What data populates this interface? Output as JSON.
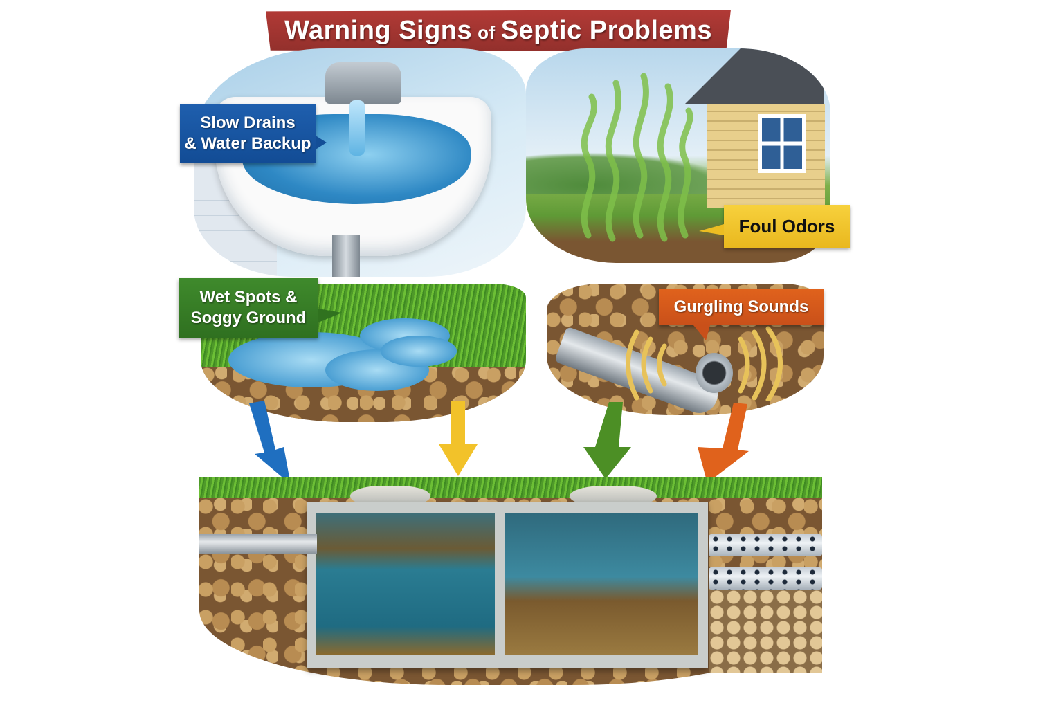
{
  "title": {
    "part1": "Warning Signs",
    "connector": "of",
    "part2": "Septic Problems",
    "color": "#a8342f"
  },
  "signs": [
    {
      "id": "slow-drains",
      "line1": "Slow Drains",
      "line2": "& Water Backup",
      "color": "#1a57a3",
      "scene": "sink"
    },
    {
      "id": "foul-odors",
      "line1": "Foul Odors",
      "line2": "",
      "color": "#f2c531",
      "scene": "house-yard-odor"
    },
    {
      "id": "wet-spots",
      "line1": "Wet Spots &",
      "line2": "Soggy Ground",
      "color": "#3a7f28",
      "scene": "puddles-on-lawn"
    },
    {
      "id": "gurgling",
      "line1": "Gurgling Sounds",
      "line2": "",
      "color": "#d9591b",
      "scene": "buried-pipe-sound"
    }
  ],
  "arrows": [
    {
      "color": "#1f6fc0"
    },
    {
      "color": "#f2c22a"
    },
    {
      "color": "#4c8f25"
    },
    {
      "color": "#e0621c"
    }
  ],
  "tank": {
    "description": "cutaway septic tank with two compartments, inlet pipe on left, perforated drain-field pipes on right",
    "compartments": 2,
    "lids": 2
  }
}
